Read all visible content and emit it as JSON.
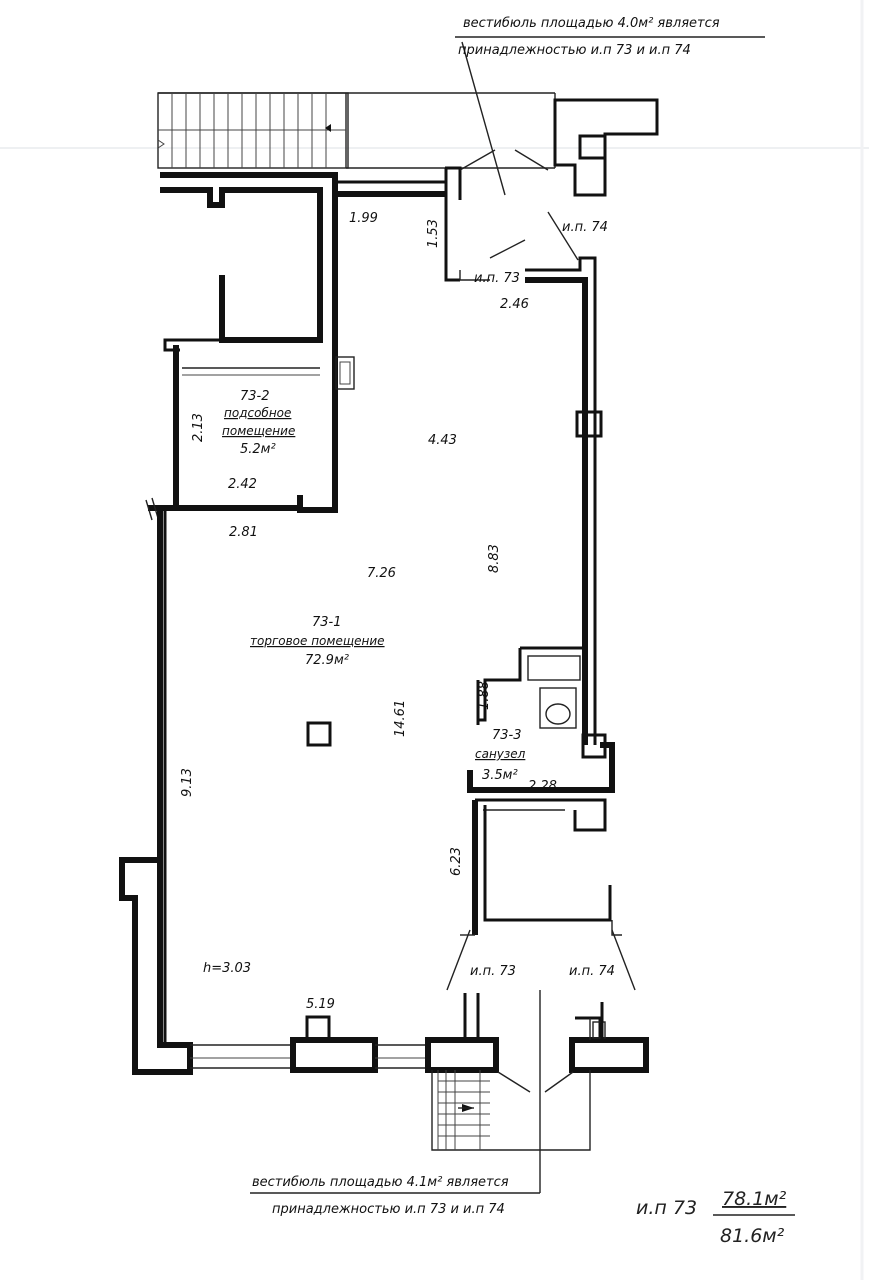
{
  "notes": {
    "top_line1": "вестибюль площадью 4.0м² является",
    "top_line2": "принадлежностью и.п 73 и и.п 74",
    "bottom_line1": "вестибюль площадью 4.1м² является",
    "bottom_line2": "принадлежностью и.п 73 и и.п 74"
  },
  "rooms": {
    "r732": {
      "id": "73-2",
      "name1": "подсобное",
      "name2": "помещение",
      "area": "5.2м²"
    },
    "r731": {
      "id": "73-1",
      "name": "торговое помещение",
      "area": "72.9м²"
    },
    "r733": {
      "id": "73-3",
      "name": "санузел",
      "area": "3.5м²"
    }
  },
  "units": {
    "top73": "и.п. 73",
    "top74": "и.п. 74",
    "bot73": "и.п. 73",
    "bot74": "и.п. 74"
  },
  "dims": {
    "d199": "1.99",
    "d153": "1.53",
    "d246": "2.46",
    "d213": "2.13",
    "d443": "4.43",
    "d242": "2.42",
    "d281": "2.81",
    "d726": "7.26",
    "d883": "8.83",
    "d188": "1.88",
    "d1461": "14.61",
    "d228": "2.28",
    "d913": "9.13",
    "d623": "6.23",
    "d519": "5.19"
  },
  "ceiling_height": "h=3.03",
  "summary": {
    "label": "и.п 73",
    "area_top": "78.1м²",
    "area_bottom": "81.6м²"
  }
}
